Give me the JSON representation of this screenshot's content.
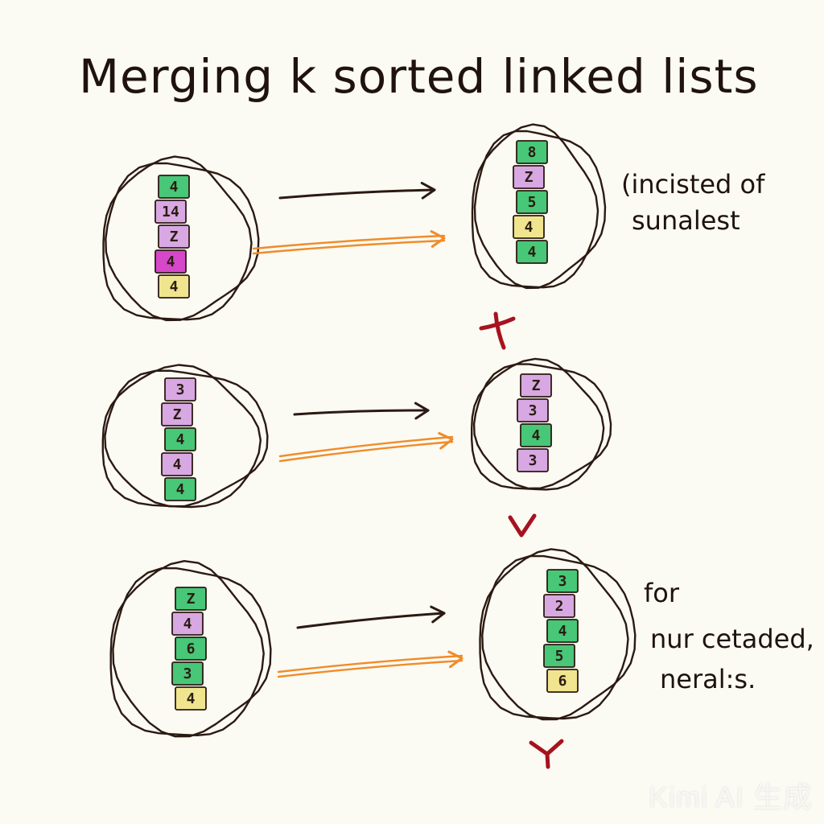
{
  "title": "Merging k sorted linked lists",
  "notes": [
    {
      "line1": "(incisted of",
      "line2": "sunalest",
      "line3": ""
    },
    {
      "line1": "for",
      "line2": "nur cetaded,",
      "line3": "neral:s."
    }
  ],
  "watermark": "Kimi AI 生成",
  "colors": {
    "green": "#47c777",
    "pink": "#d8a8e3",
    "magenta": "#d647c9",
    "yellow": "#f0e58e",
    "ink": "#2b1a12",
    "orange_arrow": "#f08c29",
    "marker_red": "#a6121e"
  },
  "rows": [
    {
      "left_list": [
        {
          "label": "4",
          "color": "green"
        },
        {
          "label": "14",
          "color": "pink"
        },
        {
          "label": "Z",
          "color": "pink"
        },
        {
          "label": "4",
          "color": "magenta"
        },
        {
          "label": "4",
          "color": "yellow"
        }
      ],
      "right_list": [
        {
          "label": "8",
          "color": "green"
        },
        {
          "label": "Z",
          "color": "pink"
        },
        {
          "label": "5",
          "color": "green"
        },
        {
          "label": "4",
          "color": "yellow"
        },
        {
          "label": "4",
          "color": "green"
        }
      ]
    },
    {
      "left_list": [
        {
          "label": "3",
          "color": "pink"
        },
        {
          "label": "Z",
          "color": "pink"
        },
        {
          "label": "4",
          "color": "green"
        },
        {
          "label": "4",
          "color": "pink"
        },
        {
          "label": "4",
          "color": "green"
        }
      ],
      "right_list": [
        {
          "label": "Z",
          "color": "pink"
        },
        {
          "label": "3",
          "color": "pink"
        },
        {
          "label": "4",
          "color": "green"
        },
        {
          "label": "3",
          "color": "pink"
        }
      ]
    },
    {
      "left_list": [
        {
          "label": "Z",
          "color": "green"
        },
        {
          "label": "4",
          "color": "pink"
        },
        {
          "label": "6",
          "color": "green"
        },
        {
          "label": "3",
          "color": "green"
        },
        {
          "label": "4",
          "color": "yellow"
        }
      ],
      "right_list": [
        {
          "label": "3",
          "color": "green"
        },
        {
          "label": "2",
          "color": "pink"
        },
        {
          "label": "4",
          "color": "green"
        },
        {
          "label": "5",
          "color": "green"
        },
        {
          "label": "6",
          "color": "yellow"
        }
      ]
    }
  ]
}
